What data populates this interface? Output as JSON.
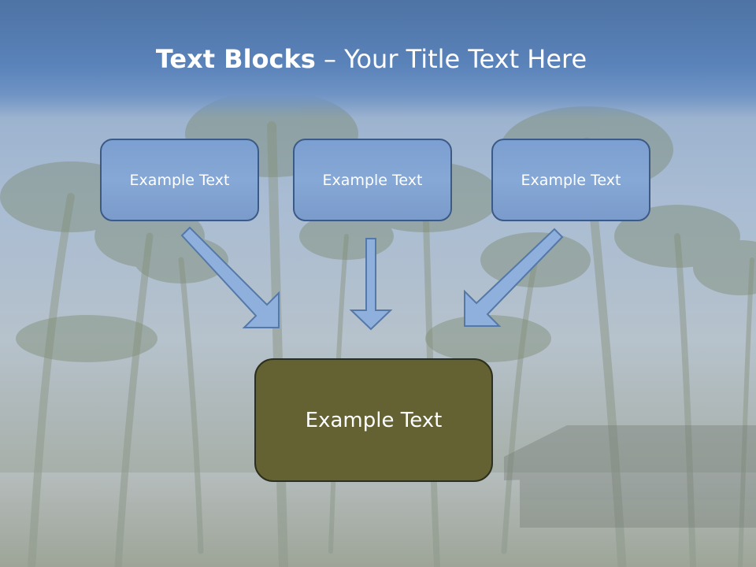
{
  "slide": {
    "title_bold": "Text Blocks",
    "title_rest": " – Your Title Text Here"
  },
  "boxes": {
    "top_left": "Example Text",
    "top_middle": "Example Text",
    "top_right": "Example Text",
    "bottom": "Example Text"
  },
  "colors": {
    "header": "#5a83ba",
    "box_fill": "#86a8d6",
    "box_border": "#3c5a86",
    "bottom_box_fill": "#646133",
    "arrow_fill": "#8fb0dc"
  }
}
